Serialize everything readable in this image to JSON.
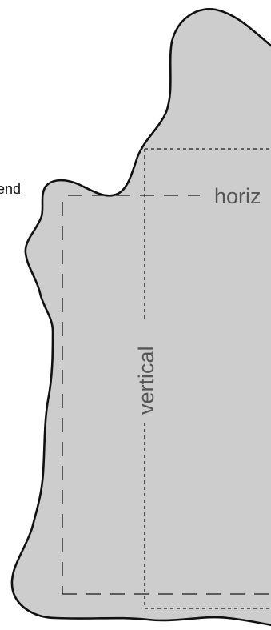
{
  "diagram": {
    "callout_text": "end",
    "horizontal_label": "horiz",
    "vertical_label": "vertical"
  },
  "colors": {
    "hide_fill": "#cdcdcd",
    "outline": "#111111",
    "label_text": "#555555"
  }
}
